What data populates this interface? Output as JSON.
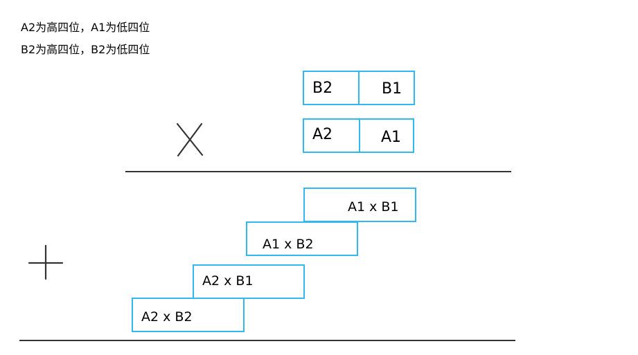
{
  "notes": {
    "line1": "A2为高四位，A1为低四位",
    "line2": "B2为高四位，B2为低四位"
  },
  "operands": {
    "b": {
      "high": "B2",
      "low": "B1"
    },
    "a": {
      "high": "A2",
      "low": "A1"
    }
  },
  "partial_products": {
    "p1": "A1 x B1",
    "p2": "A1 x B2",
    "p3": "A2 x B1",
    "p4": "A2 x B2"
  },
  "operators": {
    "multiply": "multiply-icon",
    "add": "plus-icon"
  },
  "colors": {
    "box_border": "#2fb9f0",
    "lines": "#333333"
  }
}
